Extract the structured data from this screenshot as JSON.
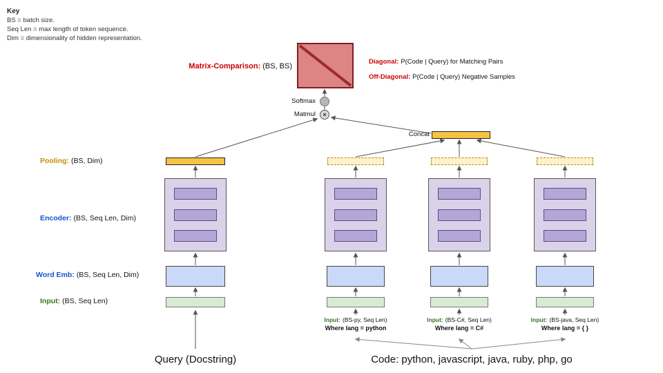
{
  "key": {
    "title": "Key",
    "line1": "BS = batch size.",
    "line2": "Seq Len = max length of token sequence.",
    "line3": "Dim = dimensionality of hidden representation."
  },
  "matrix": {
    "label": "Matrix-Comparison:",
    "shape": "(BS, BS)"
  },
  "legend": {
    "diagonal_label": "Diagonal:",
    "diagonal_text": "P(Code | Query) for Matching Pairs",
    "offdiagonal_label": "Off-Diagonal:",
    "offdiagonal_text": "P(Code | Query) Negative Samples"
  },
  "ops": {
    "softmax": "Softmax",
    "matmul": "Matmul",
    "matmul_symbol": "×",
    "concat": "Concat"
  },
  "rows": {
    "pooling_label": "Pooling:",
    "pooling_shape": "(BS, Dim)",
    "encoder_label": "Encoder:",
    "encoder_shape": "(BS, Seq Len, Dim)",
    "wordemb_label": "Word Emb:",
    "wordemb_shape": "(BS, Seq Len, Dim)",
    "input_label": "Input:",
    "input_shape": "(BS, Seq Len)"
  },
  "towers": [
    {
      "input_label": "Input:",
      "input_shape": "(BS-py, Seq Len)",
      "where": "Where lang = python"
    },
    {
      "input_label": "Input:",
      "input_shape": "(BS-C#, Seq Len)",
      "where": "Where lang = C#"
    },
    {
      "input_label": "Input:",
      "input_shape": "(BS-java, Seq Len)",
      "where": "Where lang = { }"
    }
  ],
  "footer": {
    "query": "Query (Docstring)",
    "code": "Code: python, javascript, java, ruby, php, go"
  },
  "colors": {
    "matrix_fill": "#dd8484",
    "matrix_border": "#7f1d1d",
    "diagonal_stroke": "#9e2b2b",
    "label_red": "#cc0000",
    "label_blue": "#1155cc",
    "label_green": "#38761d",
    "label_gold": "#bf9000",
    "pooling_fill": "#f6c343",
    "pooling_dashed_fill": "#fdf2cc",
    "encoder_fill": "#d9d2e9",
    "encoder_bar_fill": "#b4a7d6",
    "wordemb_fill": "#c9daf8",
    "input_fill": "#d9ead3"
  }
}
